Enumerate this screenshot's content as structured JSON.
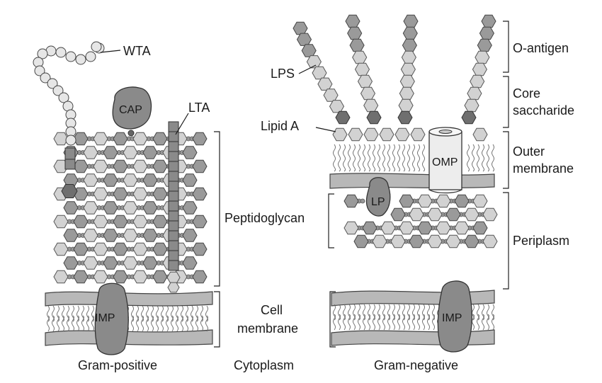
{
  "labels": {
    "wta": "WTA",
    "cap": "CAP",
    "lta": "LTA",
    "lps": "LPS",
    "lipid_a": "Lipid A",
    "omp": "OMP",
    "lp": "LP",
    "imp": "IMP",
    "peptidoglycan": "Peptidoglycan",
    "cell_membrane_1": "Cell",
    "cell_membrane_2": "membrane",
    "cytoplasm": "Cytoplasm",
    "gram_positive": "Gram-positive",
    "gram_negative": "Gram-negative"
  },
  "layers": {
    "o_antigen": "O-antigen",
    "core_1": "Core",
    "core_2": "saccharide",
    "outer_1": "Outer",
    "outer_2": "membrane",
    "periplasm": "Periplasm"
  },
  "colors": {
    "hex_light": "#d2d2d2",
    "hex_mid": "#9a9a9a",
    "hex_dark": "#6f6f6f",
    "membrane": "#b8b8b8",
    "protein": "#8a8a8a"
  }
}
